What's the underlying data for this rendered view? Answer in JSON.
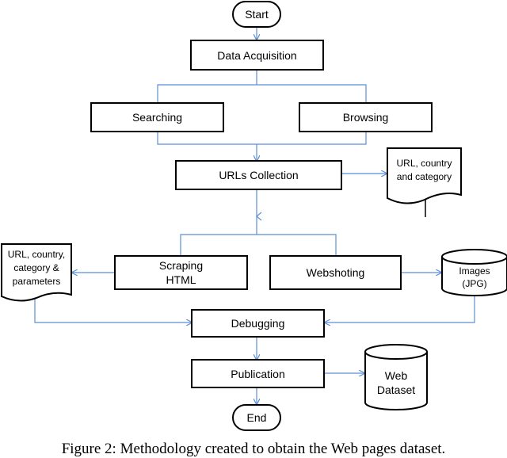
{
  "diagram": {
    "start": "Start",
    "data_acquisition": "Data Acquisition",
    "searching": "Searching",
    "browsing": "Browsing",
    "urls_collection": "URLs Collection",
    "doc_url_country_category": [
      "URL, country",
      "and category"
    ],
    "doc_url_country_category_parameters": [
      "URL, country,",
      "category &",
      "parameters"
    ],
    "scraping_html": [
      "Scraping",
      "HTML"
    ],
    "webshoting": "Webshoting",
    "images_jpg": [
      "Images",
      "(JPG)"
    ],
    "debugging": "Debugging",
    "publication": "Publication",
    "web_dataset": [
      "Web",
      "Dataset"
    ],
    "end": "End"
  },
  "caption": "Figure 2:  Methodology created to obtain the Web pages dataset.",
  "colors": {
    "arrow": "#5b8fd6",
    "border": "#000000"
  }
}
